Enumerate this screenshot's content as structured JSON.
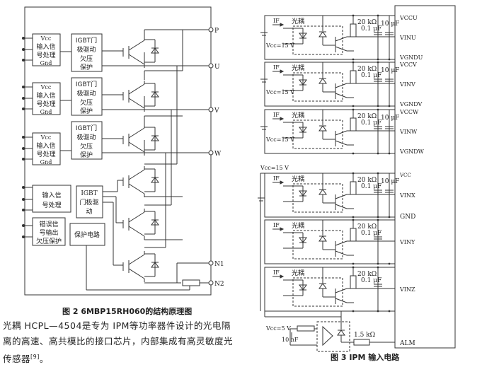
{
  "figure2": {
    "caption": "图 2  6MBP15RH060的结构原理图",
    "terminals": [
      "P",
      "U",
      "V",
      "W",
      "N1",
      "N2"
    ],
    "input_block": {
      "line1": "Vcc",
      "line2": "输入信",
      "line3": "号处理",
      "line4": "Gnd"
    },
    "driver_block": {
      "line1": "IGBT门",
      "line2": "极驱动",
      "line3": "欠压",
      "line4": "保护"
    },
    "lower_input_block": {
      "line1": "输入信",
      "line2": "号处理"
    },
    "lower_driver_block": {
      "line1": "IGBT",
      "line2": "门极驱",
      "line3": "动"
    },
    "error_block": {
      "line1": "错误信",
      "line2": "号输出",
      "line3": "欠压保护"
    },
    "protect_block": "保护电路"
  },
  "paragraph": {
    "text": "光耦 HCPL—4504是专为 IPM等功率器件设计的光电隔离的高速、高共模比的接口芯片，内部集成有高灵敏度光传感器",
    "ref": "[9]",
    "end": "。"
  },
  "figure3": {
    "caption": "图 3   IPM 输入电路",
    "optocoupler": "光耦",
    "current": "IF",
    "vcc15": "Vcc=15 V",
    "vcc5": "Vcc=5 V",
    "r20k": "20 kΩ",
    "c01": "0.1 μF",
    "c10": "10 μF",
    "c10n": "10 nF",
    "r15k": "1.5 kΩ",
    "pins_upper": [
      [
        "VCCU",
        "VINU",
        "VGNDU"
      ],
      [
        "VCCV",
        "VINV",
        "VGNDV"
      ],
      [
        "VCCW",
        "VINW",
        "VGNDW"
      ]
    ],
    "pin_vcc": "VCC",
    "pins_lower": [
      "VINX",
      "VINY",
      "VINZ"
    ],
    "pin_gnd": "GND",
    "pin_alm": "ALM"
  }
}
